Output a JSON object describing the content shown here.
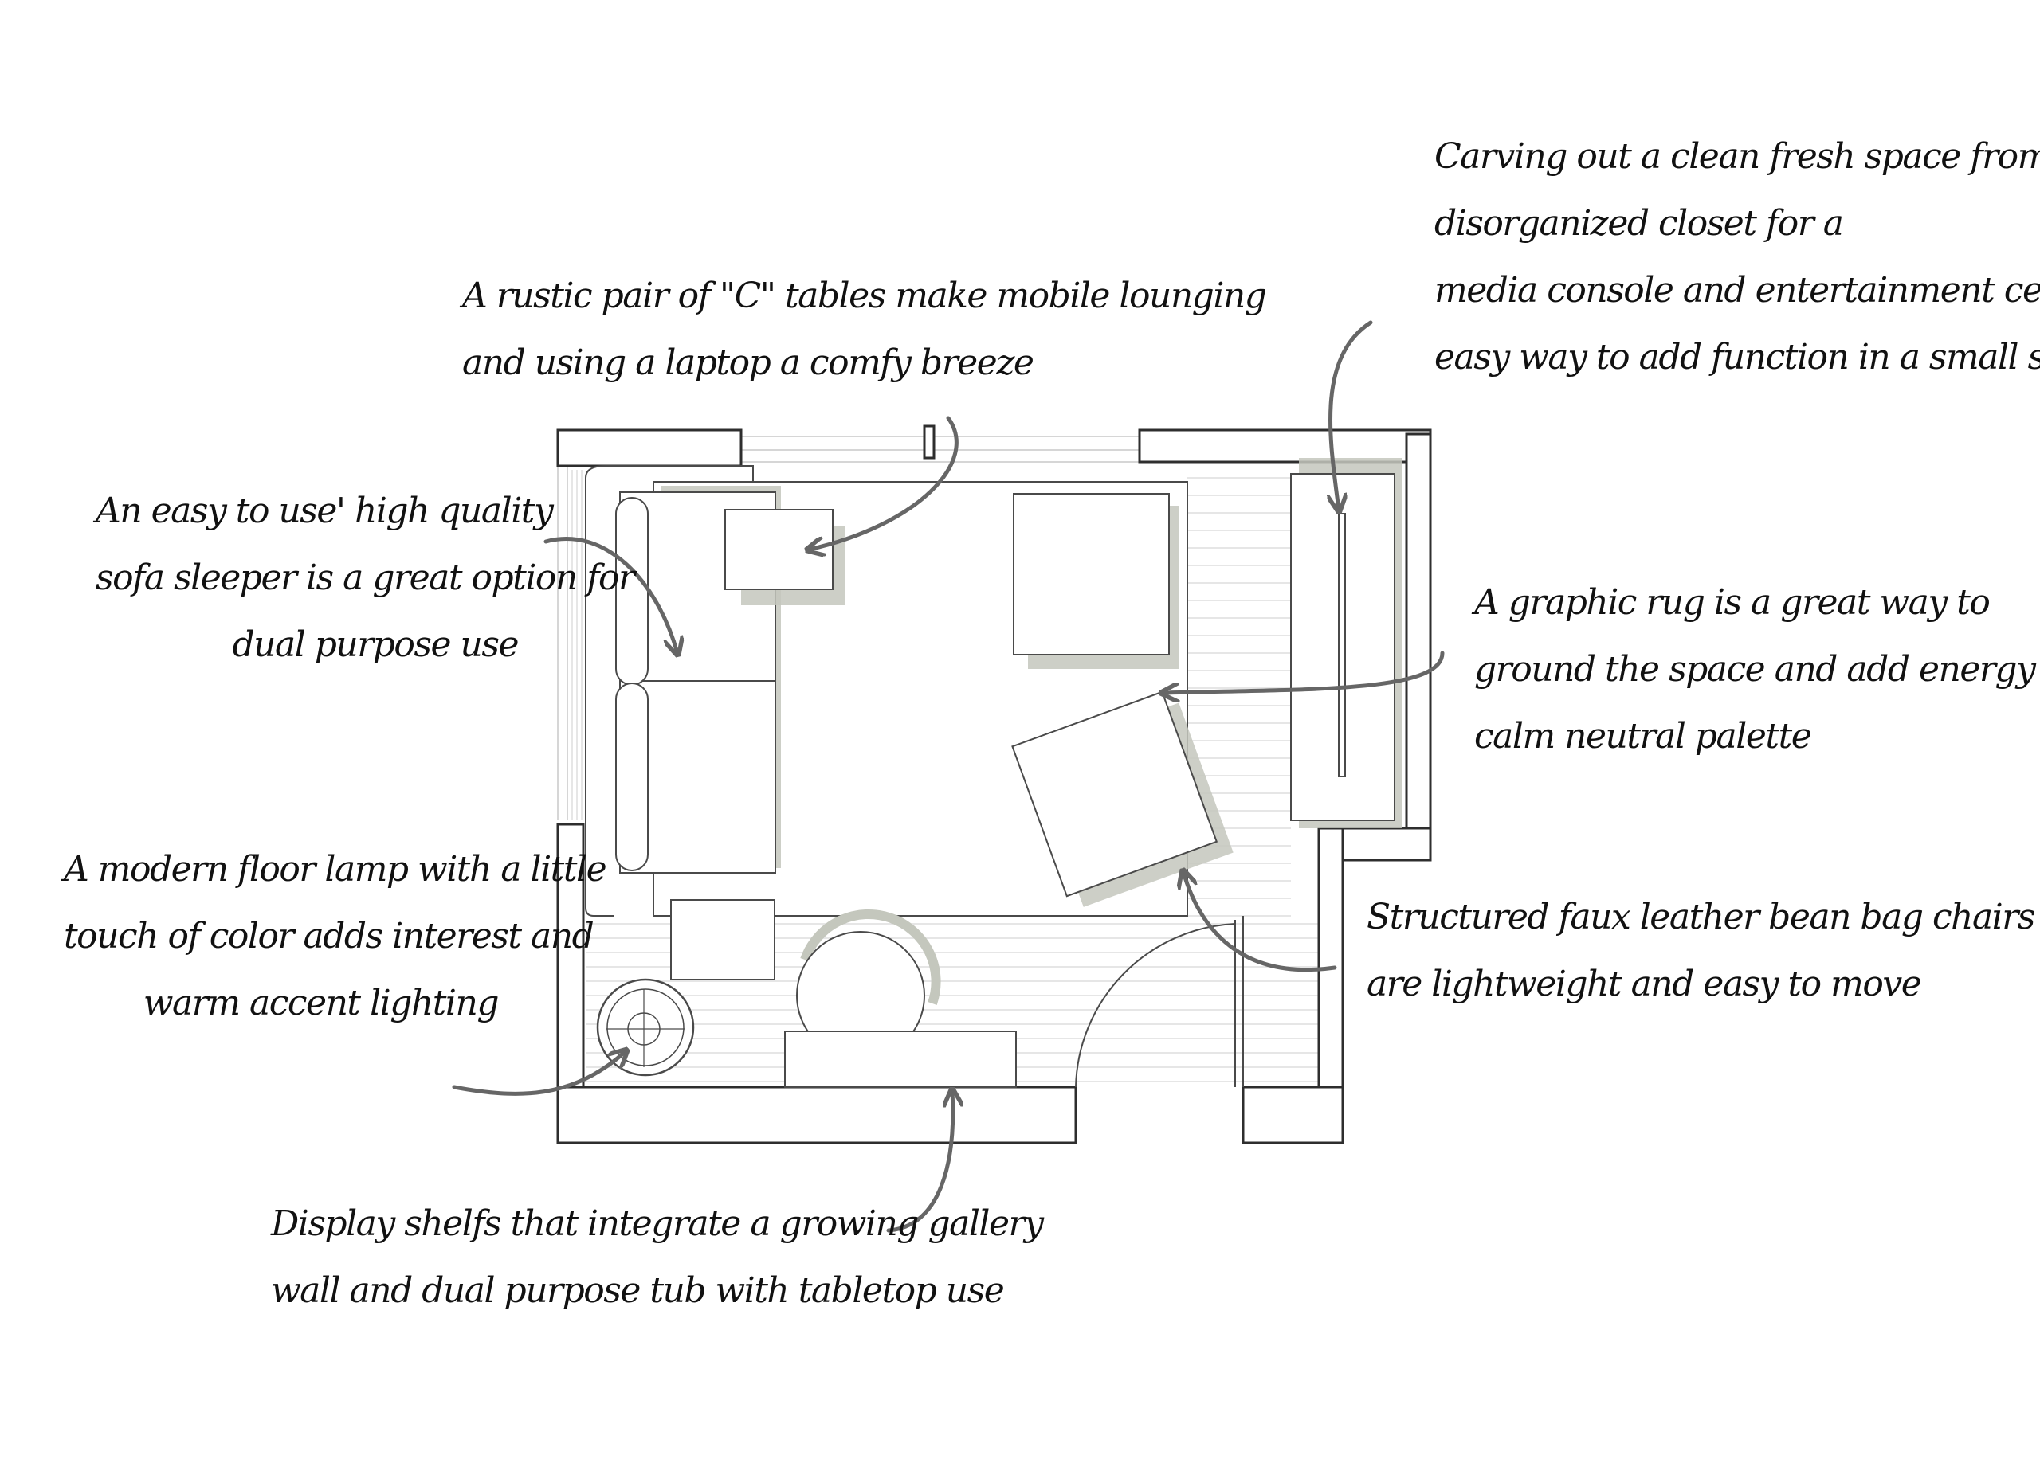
{
  "colors": {
    "ink": "#111111",
    "wall": "#2e2e2e",
    "line": "#4a4a4a",
    "faint": "#c8c8c8",
    "shadow": "#c4c7bd",
    "arrow": "#666666"
  },
  "annotations": {
    "c_tables": [
      "A rustic pair of \"C\" tables make mobile lounging",
      "and using a laptop a comfy breeze"
    ],
    "media_console": [
      "Carving out a clean fresh space from a",
      "disorganized closet for a",
      "media console and entertainment center is an",
      "easy way to add function in a small space"
    ],
    "sofa_sleeper": [
      "An easy to use' high quality",
      "sofa sleeper is a great option for",
      "dual purpose use"
    ],
    "rug": [
      "A graphic rug is a great way to",
      "ground the space and add energy to a",
      "calm neutral palette"
    ],
    "floor_lamp": [
      "A modern floor lamp with a little",
      "touch of color adds interest and",
      "warm accent lighting"
    ],
    "bean_bags": [
      "Structured faux leather bean bag chairs",
      "are lightweight and easy to move"
    ],
    "display_shelves": [
      "Display shelfs that integrate a growing gallery",
      "wall and dual purpose tub with tabletop use"
    ]
  }
}
